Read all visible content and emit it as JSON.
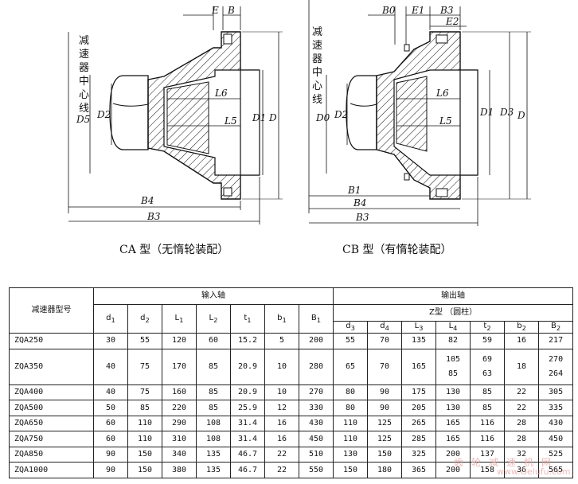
{
  "diagram": {
    "left": {
      "vertical_label": [
        "减",
        "速",
        "器",
        "中",
        "心",
        "线"
      ],
      "labels": {
        "E": "E",
        "B": "B",
        "L6": "L6",
        "L5": "L5",
        "D2": "D2",
        "D5": "D5",
        "D1": "D1",
        "D": "D",
        "B4": "B4",
        "B3": "B3"
      },
      "caption": "CA 型（无惰轮装配）"
    },
    "right": {
      "vertical_label": [
        "减",
        "速",
        "器",
        "中",
        "心",
        "线"
      ],
      "labels": {
        "B0": "B0",
        "E1": "E1",
        "B3top": "B3",
        "E2": "E2",
        "L6": "L6",
        "L5": "L5",
        "D0": "D0",
        "D2": "D2",
        "D1": "D1",
        "D3": "D3",
        "D": "D",
        "B1": "B1",
        "B4": "B4",
        "B3": "B3"
      },
      "caption": "CB 型（有惰轮装配）"
    }
  },
  "table": {
    "model_header": "减速器型号",
    "input_group": "输入轴",
    "output_group": "输出轴",
    "output_sub": "Z型   （圆柱）",
    "input_cols": [
      "d1",
      "d2",
      "L1",
      "L2",
      "t1",
      "b1",
      "B1"
    ],
    "output_cols": [
      "d3",
      "d4",
      "L3",
      "L4",
      "t2",
      "b2",
      "B2"
    ],
    "rows": [
      {
        "model": "ZQA250",
        "in": [
          "30",
          "55",
          "120",
          "60",
          "15.2",
          "5",
          "200"
        ],
        "out": [
          "55",
          "70",
          "135",
          "82",
          "59",
          "16",
          "217"
        ]
      },
      {
        "model": "ZQA350",
        "in": [
          "40",
          "75",
          "170",
          "85",
          "20.9",
          "10",
          "280"
        ],
        "out": [
          "65",
          "70",
          "165",
          "105\n85",
          "69\n63",
          "18",
          "270\n264"
        ]
      },
      {
        "model": "ZQA400",
        "in": [
          "40",
          "75",
          "160",
          "85",
          "20.9",
          "10",
          "270"
        ],
        "out": [
          "80",
          "90",
          "175",
          "130",
          "85",
          "22",
          "305"
        ]
      },
      {
        "model": "ZQA500",
        "in": [
          "50",
          "85",
          "220",
          "85",
          "25.9",
          "12",
          "330"
        ],
        "out": [
          "80",
          "90",
          "205",
          "130",
          "85",
          "22",
          "335"
        ]
      },
      {
        "model": "ZQA650",
        "in": [
          "60",
          "110",
          "290",
          "108",
          "31.4",
          "16",
          "430"
        ],
        "out": [
          "110",
          "125",
          "265",
          "165",
          "116",
          "28",
          "430"
        ]
      },
      {
        "model": "ZQA750",
        "in": [
          "60",
          "110",
          "310",
          "108",
          "31.4",
          "16",
          "450"
        ],
        "out": [
          "110",
          "125",
          "285",
          "165",
          "116",
          "28",
          "450"
        ]
      },
      {
        "model": "ZQA850",
        "in": [
          "90",
          "150",
          "340",
          "135",
          "46.7",
          "22",
          "510"
        ],
        "out": [
          "130",
          "150",
          "325",
          "200",
          "137",
          "32",
          "525"
        ]
      },
      {
        "model": "ZQA1000",
        "in": [
          "90",
          "150",
          "380",
          "135",
          "46.7",
          "22",
          "550"
        ],
        "out": [
          "150",
          "180",
          "365",
          "200",
          "158",
          "36",
          "565"
        ]
      }
    ]
  },
  "watermark": {
    "text": "齿轮减速机网",
    "url": "www.Gelufu.com",
    "color": "#e7a3a3"
  }
}
